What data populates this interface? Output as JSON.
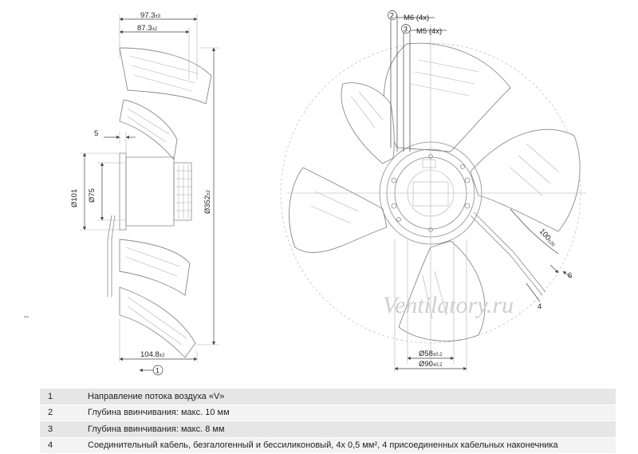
{
  "dimensions": {
    "depth_total": "97.3",
    "depth_total_tol": "±3",
    "depth_inner": "87.3",
    "depth_inner_tol": "±2",
    "offset": "5",
    "dia_101": "Ø101",
    "dia_75": "Ø75",
    "dia_352": "Ø352",
    "dia_352_tol": "±2",
    "width_bottom": "104.8",
    "width_bottom_tol": "±2",
    "m6": "M6 (4x)",
    "m5": "M5 (4x)",
    "dia_58": "Ø58",
    "dia_58_tol": "±0.2",
    "dia_90": "Ø90",
    "dia_90_tol": "±0.2",
    "angle_100": "100",
    "angle_100_tol": "±20",
    "cable_6": "6"
  },
  "callouts": {
    "c1": "1",
    "c2": "2",
    "c3": "3",
    "c4": "4"
  },
  "watermark": "Ventilatory.ru",
  "legend": [
    {
      "num": "1",
      "text": "Направление потока воздуха «V»"
    },
    {
      "num": "2",
      "text": "Глубина ввинчивания: макс. 10 мм"
    },
    {
      "num": "3",
      "text": "Глубина ввинчивания: макс. 8 мм"
    },
    {
      "num": "4",
      "text": "Соединительный кабель, безгалогенный и бессиликоновый, 4x 0,5 мм², 4 присоединенных кабельных наконечника"
    }
  ]
}
